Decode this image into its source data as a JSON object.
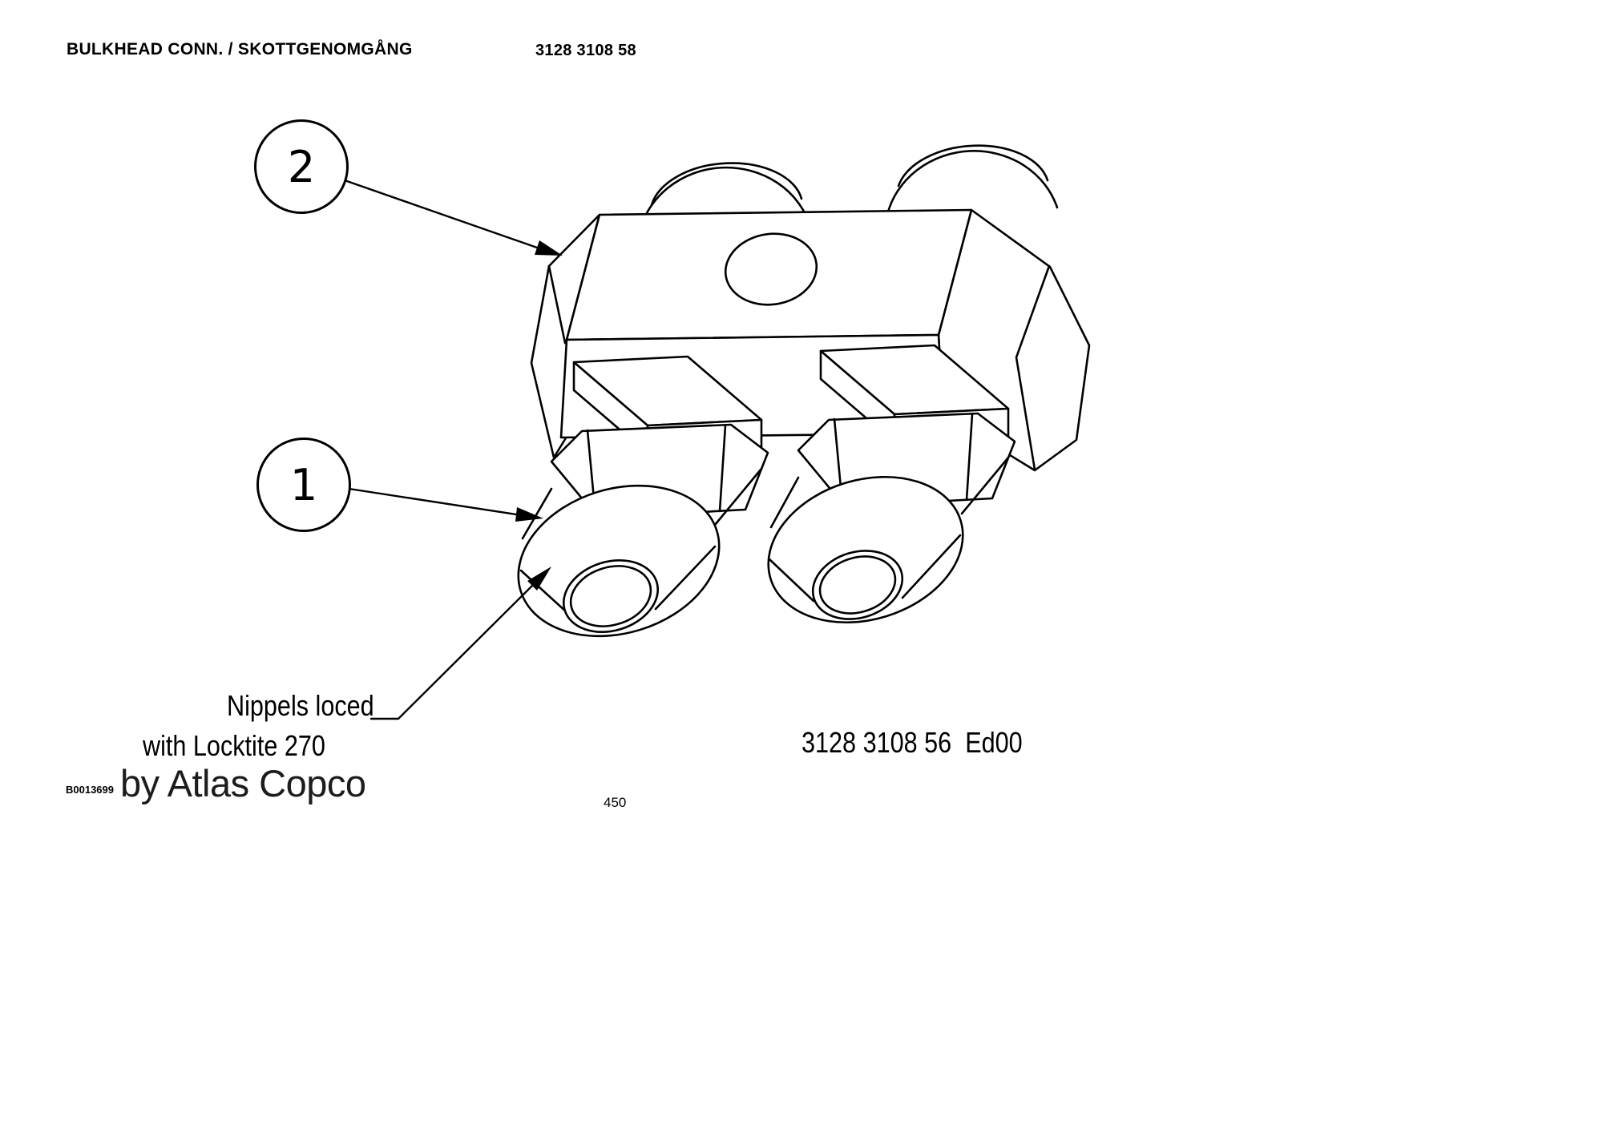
{
  "header": {
    "title": "BULKHEAD CONN. / SKOTTGENOMGÅNG",
    "doc_number": "3128 3108 58"
  },
  "callouts": [
    {
      "label": "2"
    },
    {
      "label": "1"
    }
  ],
  "note": {
    "line1": "Nippels loced",
    "line2": "with Locktite 270"
  },
  "footer": {
    "drawing_number": "3128 3108 56  Ed00",
    "code": "B0013699",
    "brand": "by Atlas Copco",
    "page": "450"
  }
}
